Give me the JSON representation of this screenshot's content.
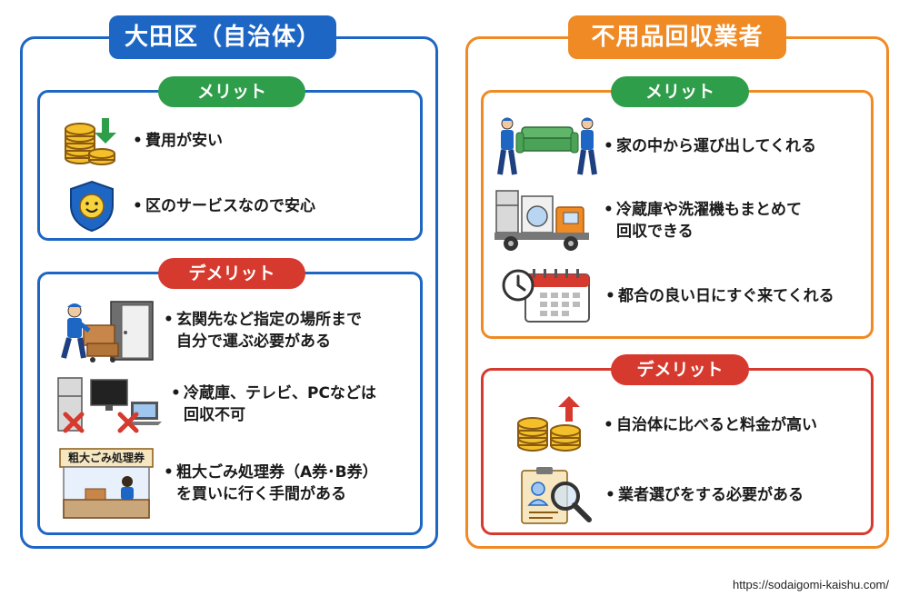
{
  "left": {
    "title": "大田区（自治体）",
    "merit": {
      "label": "メリット",
      "items": [
        "費用が安い",
        "区のサービスなので安心"
      ]
    },
    "demerit": {
      "label": "デメリット",
      "items": [
        [
          "玄関先など指定の場所まで",
          "自分で運ぶ必要がある"
        ],
        [
          "冷蔵庫、テレビ、PCなどは",
          "回収不可"
        ],
        [
          "粗大ごみ処理券（A券･B券）",
          "を買いに行く手間がある"
        ]
      ],
      "ticket_sign": "粗大ごみ処理券"
    }
  },
  "right": {
    "title": "不用品回収業者",
    "merit": {
      "label": "メリット",
      "items": [
        [
          "家の中から運び出してくれる"
        ],
        [
          "冷蔵庫や洗濯機もまとめて",
          "回収できる"
        ],
        [
          "都合の良い日にすぐ来てくれる"
        ]
      ]
    },
    "demerit": {
      "label": "デメリット",
      "items": [
        "自治体に比べると料金が高い",
        "業者選びをする必要がある"
      ]
    }
  },
  "footer_url": "https://sodaigomi-kaishu.com/",
  "colors": {
    "blue": "#1e66c4",
    "orange": "#f08a24",
    "green": "#2e9e4a",
    "red": "#d63a2e"
  }
}
